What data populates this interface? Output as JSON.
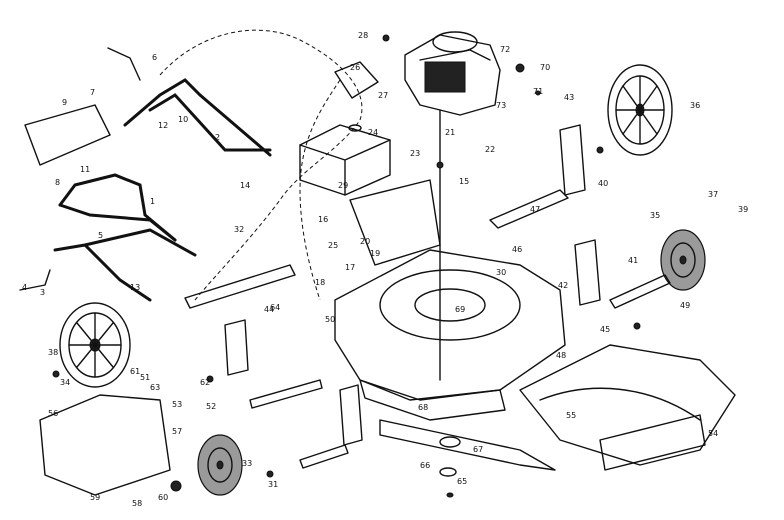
{
  "callouts": [
    "1",
    "2",
    "3",
    "4",
    "5",
    "6",
    "7",
    "8",
    "9",
    "10",
    "11",
    "12",
    "13",
    "14",
    "15",
    "16",
    "17",
    "18",
    "19",
    "20",
    "21",
    "22",
    "23",
    "24",
    "25",
    "26",
    "27",
    "28",
    "29",
    "30",
    "31",
    "32",
    "33",
    "34",
    "35",
    "36",
    "37",
    "38",
    "39",
    "40",
    "41",
    "42",
    "43",
    "44",
    "45",
    "46",
    "47",
    "48",
    "49",
    "50",
    "51",
    "52",
    "53",
    "54",
    "55",
    "56",
    "57",
    "58",
    "59",
    "60",
    "61",
    "62",
    "63",
    "64",
    "65",
    "66",
    "67",
    "68",
    "69",
    "70",
    "71",
    "72",
    "73"
  ]
}
